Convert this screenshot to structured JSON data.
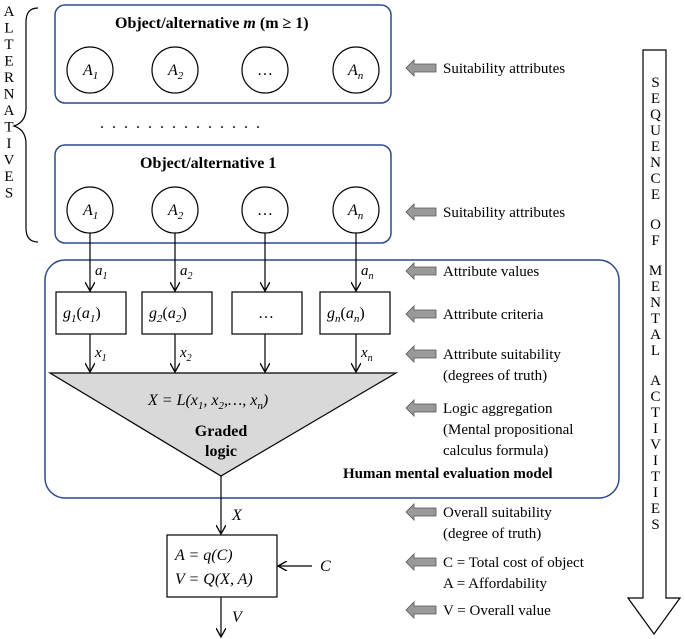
{
  "left_label": "ALTERNATIVES",
  "right_label": [
    "SEQUENCE",
    "OF",
    "MENTAL",
    "ACTIVITIES"
  ],
  "top_box": {
    "title": "Object/alternative",
    "title_var": "m",
    "condition": "(m ≥ 1)",
    "nodes": [
      {
        "base": "A",
        "sub": "1"
      },
      {
        "base": "A",
        "sub": "2"
      },
      {
        "base": "…",
        "sub": ""
      },
      {
        "base": "A",
        "sub": "n"
      }
    ]
  },
  "dots": ". . . . . . . . . . . . . .",
  "mid_box": {
    "title": "Object/alternative 1",
    "nodes": [
      {
        "base": "A",
        "sub": "1"
      },
      {
        "base": "A",
        "sub": "2"
      },
      {
        "base": "…",
        "sub": ""
      },
      {
        "base": "A",
        "sub": "n"
      }
    ]
  },
  "attribute_values": [
    "a",
    "a",
    "a"
  ],
  "attribute_value_subs": [
    "1",
    "2",
    "n"
  ],
  "criteria": [
    {
      "g": "g",
      "gsub": "1",
      "a": "a",
      "asub": "1"
    },
    {
      "g": "g",
      "gsub": "2",
      "a": "a",
      "asub": "2"
    },
    {
      "g": "…",
      "gsub": "",
      "a": "",
      "asub": ""
    },
    {
      "g": "g",
      "gsub": "n",
      "a": "a",
      "asub": "n"
    }
  ],
  "suitabilities": [
    "x",
    "x",
    "x"
  ],
  "suitability_subs": [
    "1",
    "2",
    "n"
  ],
  "triangle": {
    "formula": "X = L(x",
    "formula_parts": [
      "X = L(x",
      "1",
      ", x",
      "2",
      ",…, x",
      "n",
      ")"
    ],
    "label_line1": "Graded",
    "label_line2": "logic"
  },
  "model_label": "Human mental evaluation model",
  "overall_var": "X",
  "value_box": {
    "line1": "A = q(C)",
    "line2": "V = Q(X, A)"
  },
  "cost_var": "C",
  "output_var": "V",
  "annotations": [
    {
      "text": "Suitability attributes"
    },
    {
      "text": "Suitability attributes"
    },
    {
      "text": "Attribute values"
    },
    {
      "text": "Attribute criteria"
    },
    {
      "lines": [
        "Attribute suitability",
        "(degrees of truth)"
      ]
    },
    {
      "lines": [
        "Logic aggregation",
        "(Mental propositional",
        "calculus formula)"
      ]
    },
    {
      "lines": [
        "Overall suitability",
        "(degree of truth)"
      ]
    },
    {
      "lines": [
        "C = Total cost of object",
        "A = Affordability"
      ]
    },
    {
      "text": "V = Overall value"
    }
  ],
  "colors": {
    "box_border": "#2f4a8a",
    "triangle_fill": "#d9d9d9",
    "arrow_fill": "#9a9a9a",
    "line": "#000000"
  }
}
